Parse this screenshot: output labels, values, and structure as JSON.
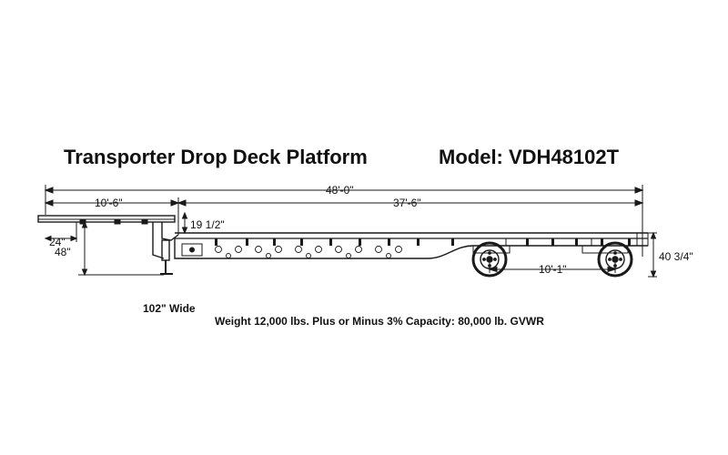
{
  "title": "Transporter Drop Deck Platform",
  "model": "Model: VDH48102T",
  "dimensions": {
    "overall_length": "48'-0\"",
    "upper_deck_length": "10'-6\"",
    "lower_deck_length": "37'-6\"",
    "drop_height": "19 1/2\"",
    "kingpin_setback": "24\"",
    "upper_deck_height": "48\"",
    "axle_spread": "10'-1\"",
    "rear_height": "40 3/4\""
  },
  "specs": {
    "width": "102\" Wide",
    "weight_capacity": "Weight 12,000 lbs. Plus or Minus 3% Capacity: 80,000 lb. GVWR"
  },
  "colors": {
    "line": "#1a1a1a",
    "background": "#ffffff"
  }
}
